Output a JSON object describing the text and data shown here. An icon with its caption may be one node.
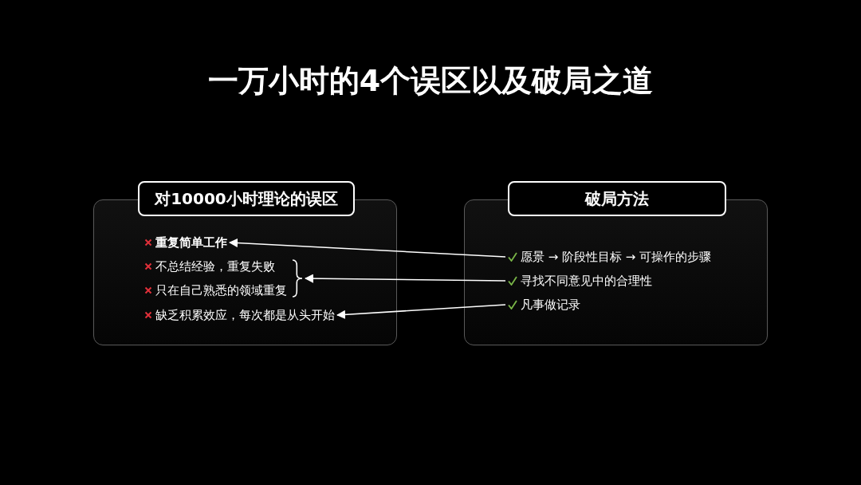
{
  "diagram": {
    "title": "一万小时的4个误区以及破局之道",
    "nodes": [
      {
        "text": [
          "对10000小时理论的误区"
        ]
      },
      {
        "text": [
          "重复简单工作"
        ],
        "in": 0
      },
      {
        "text": [
          "不总结经验，重复失败"
        ],
        "in": 0
      },
      {
        "text": [
          "只在自己熟悉的领域重复"
        ],
        "in": 0
      },
      {
        "text": [
          "缺乏积累效应，每次都是从头开始"
        ],
        "in": 0
      },
      {
        "text": [],
        "shape": "brace",
        "in": 0
      },
      {
        "text": [
          "破局方法"
        ]
      },
      {
        "text": [
          "愿景 → 阶段性目标 → 可操作的步骤"
        ],
        "in": 6
      },
      {
        "text": [
          "寻找不同意见中的合理性"
        ],
        "in": 6
      },
      {
        "text": [
          "凡事做记录"
        ],
        "in": 6
      }
    ],
    "edges": [
      {
        "from": 7,
        "to": 1,
        "arrow": "to"
      },
      {
        "from": 8,
        "to": 5,
        "arrow": "to"
      },
      {
        "from": 9,
        "to": 4,
        "arrow": "to"
      }
    ]
  }
}
